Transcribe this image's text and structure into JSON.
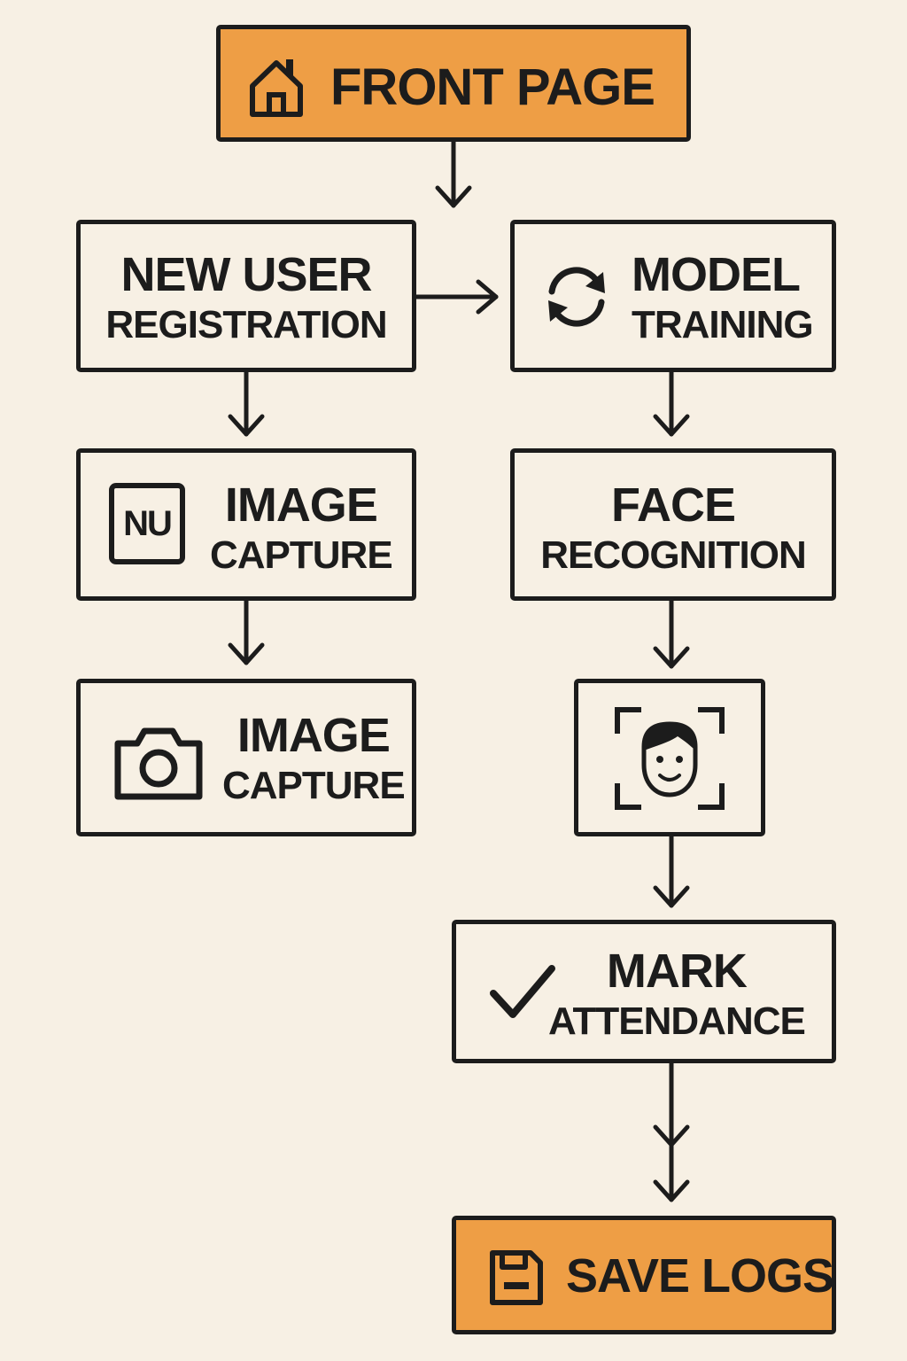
{
  "colors": {
    "background": "#f7f0e4",
    "accent": "#ee9e45",
    "stroke": "#1c1c1c"
  },
  "nodes": {
    "front_page": {
      "label": "FRONT PAGE",
      "icon": "home-icon"
    },
    "new_user_registration": {
      "line1": "NEW USER",
      "line2": "REGISTRATION"
    },
    "model_training": {
      "line1": "MODEL",
      "line2": "TRAINING",
      "icon": "refresh-icon"
    },
    "image_capture_1": {
      "line1": "IMAGE",
      "line2": "CAPTURE",
      "icon": "nu-badge-icon",
      "icon_text": "NU"
    },
    "face_recognition": {
      "line1": "FACE",
      "line2": "RECOGNITION"
    },
    "image_capture_2": {
      "line1": "IMAGE",
      "line2": "CAPTURE",
      "icon": "camera-icon"
    },
    "face_scan": {
      "icon": "face-scan-icon"
    },
    "mark_attendance": {
      "line1": "MARK",
      "line2": "ATTENDANCE",
      "icon": "checkmark-icon"
    },
    "save_logs": {
      "label": "SAVE LOGS",
      "icon": "floppy-disk-icon"
    }
  },
  "edges": [
    [
      "front_page",
      "new_user_registration"
    ],
    [
      "new_user_registration",
      "model_training"
    ],
    [
      "new_user_registration",
      "image_capture_1"
    ],
    [
      "image_capture_1",
      "image_capture_2"
    ],
    [
      "model_training",
      "face_recognition"
    ],
    [
      "face_recognition",
      "face_scan"
    ],
    [
      "face_scan",
      "mark_attendance"
    ],
    [
      "mark_attendance",
      "save_logs"
    ]
  ]
}
